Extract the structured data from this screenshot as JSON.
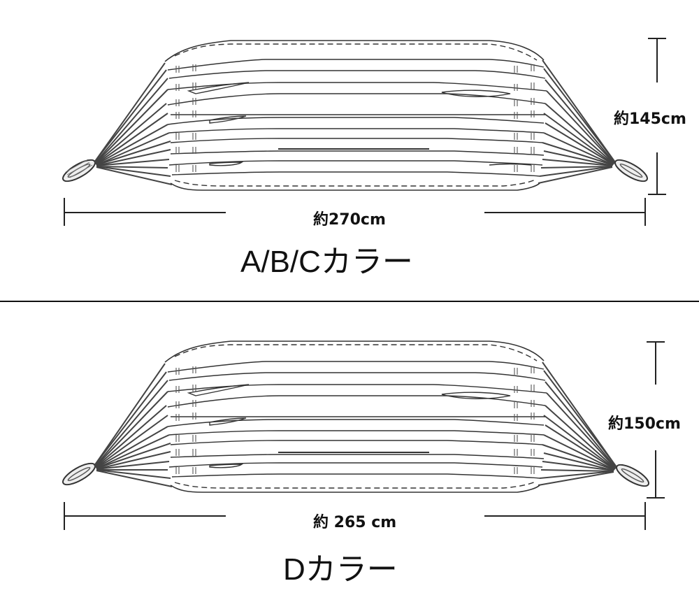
{
  "sections": [
    {
      "id": "abc",
      "title": "A/B/Cカラー",
      "width_label": "約270cm",
      "height_label": "約145cm",
      "width_value_cm": 270,
      "height_value_cm": 145
    },
    {
      "id": "d",
      "title": "Dカラー",
      "width_label": "約 265 cm",
      "height_label": "約150cm",
      "width_value_cm": 265,
      "height_value_cm": 150
    }
  ],
  "colors": {
    "line": "#222222",
    "background": "#ffffff",
    "text": "#111111"
  }
}
